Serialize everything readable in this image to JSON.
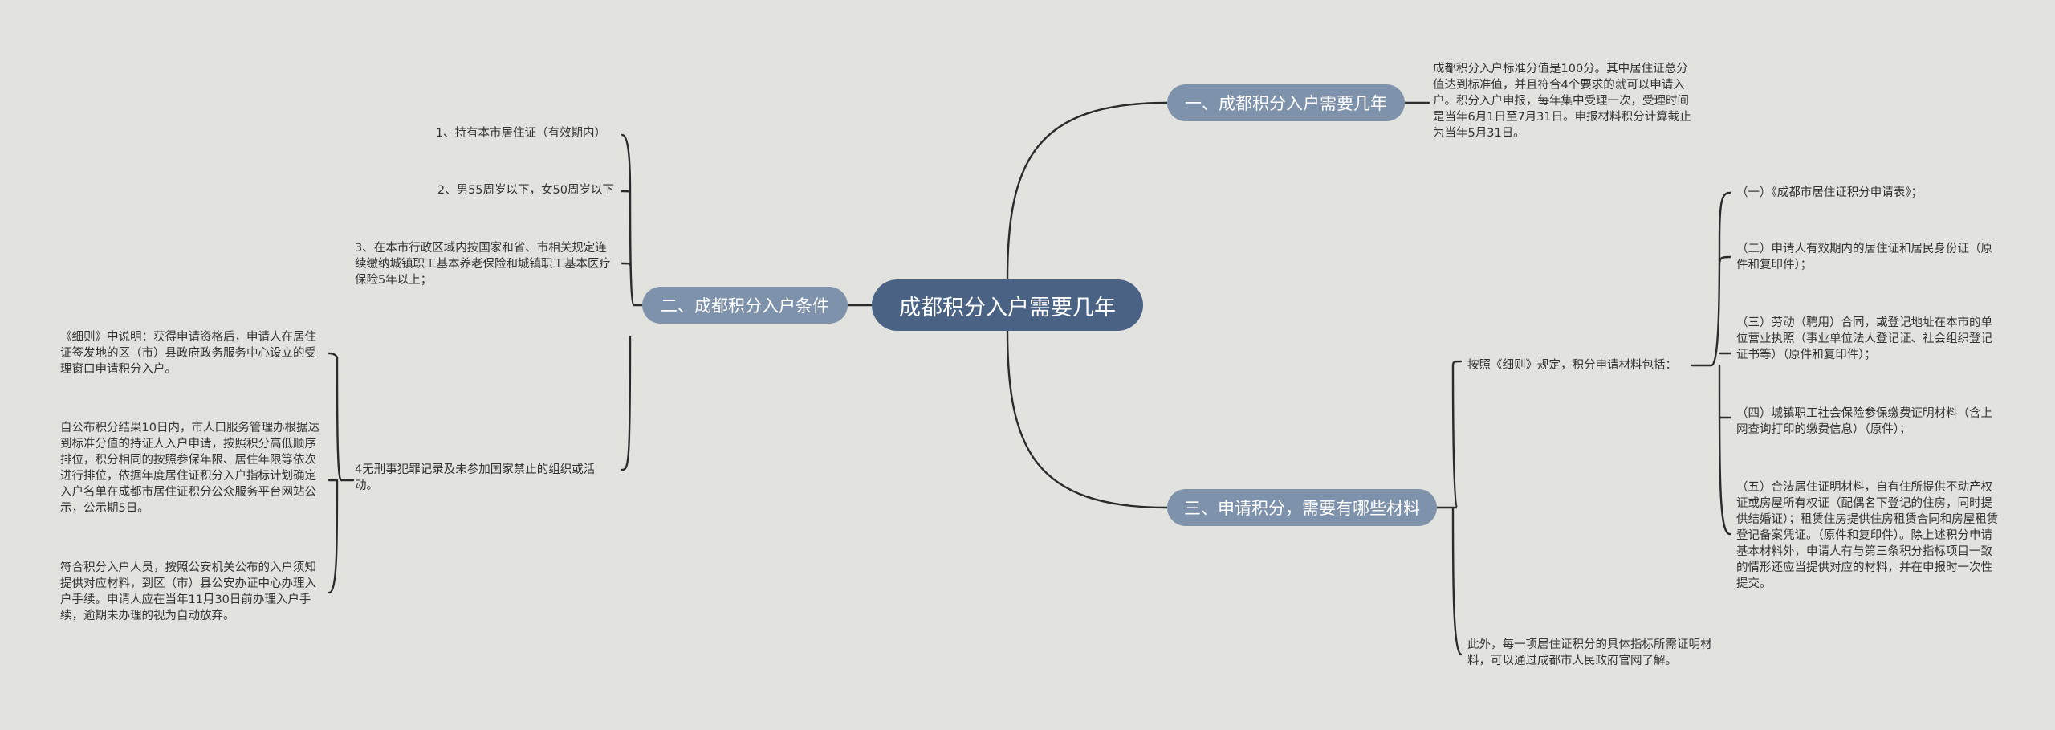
{
  "root": {
    "label": "成都积分入户需要几年"
  },
  "branches": {
    "b1": {
      "label": "一、成都积分入户需要几年",
      "text": "成都积分入户标准分值是100分。其中居住证总分值达到标准值，并且符合4个要求的就可以申请入户。积分入户申报，每年集中受理一次，受理时间是当年6月1日至7月31日。申报材料积分计算截止为当年5月31日。"
    },
    "b2": {
      "label": "二、成都积分入户条件",
      "items": [
        "1、持有本市居住证（有效期内）",
        "2、男55周岁以下，女50周岁以下",
        "3、在本市行政区域内按国家和省、市相关规定连续缴纳城镇职工基本养老保险和城镇职工基本医疗保险5年以上；",
        "4无刑事犯罪记录及未参加国家禁止的组织或活动。"
      ],
      "sub_items": [
        "《细则》中说明：获得申请资格后，申请人在居住证签发地的区（市）县政府政务服务中心设立的受理窗口申请积分入户。",
        "自公布积分结果10日内，市人口服务管理办根据达到标准分值的持证人入户申请，按照积分高低顺序排位，积分相同的按照参保年限、居住年限等依次进行排位，依据年度居住证积分入户指标计划确定入户名单在成都市居住证积分公众服务平台网站公示，公示期5日。",
        "符合积分入户人员，按照公安机关公布的入户须知提供对应材料，到区（市）县公安办证中心办理入户手续。申请人应在当年11月30日前办理入户手续，逾期未办理的视为自动放弃。"
      ]
    },
    "b3": {
      "label": "三、申请积分，需要有哪些材料",
      "items": [
        "按照《细则》规定，积分申请材料包括：",
        "此外，每一项居住证积分的具体指标所需证明材料，可以通过成都市人民政府官网了解。"
      ],
      "materials": [
        "（一）《成都市居住证积分申请表》；",
        "（二）申请人有效期内的居住证和居民身份证（原件和复印件）；",
        "（三）劳动（聘用）合同，或登记地址在本市的单位营业执照（事业单位法人登记证、社会组织登记证书等）（原件和复印件）；",
        "（四）城镇职工社会保险参保缴费证明材料（含上网查询打印的缴费信息）（原件）；",
        "（五）合法居住证明材料，自有住所提供不动产权证或房屋所有权证（配偶名下登记的住房，同时提供结婚证）；租赁住房提供住房租赁合同和房屋租赁登记备案凭证。（原件和复印件）。除上述积分申请基本材料外，申请人有与第三条积分指标项目一致的情形还应当提供对应的材料，并在申报时一次性提交。"
      ]
    }
  },
  "colors": {
    "background": "#e2e2df",
    "root": "#4a6384",
    "branch": "#7f92ab",
    "line": "#2b2b2b",
    "text": "#333333"
  }
}
